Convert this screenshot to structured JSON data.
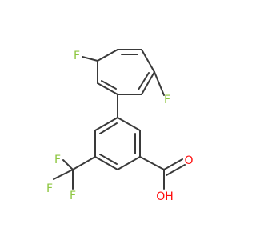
{
  "molecule": {
    "atoms": {
      "f_top": "F",
      "f_right": "F",
      "f_cf3_top": "F",
      "f_cf3_left": "F",
      "f_cf3_bottom": "F",
      "o_carbonyl": "O",
      "oh": "OH"
    }
  },
  "colors": {
    "bond": "#3a3a3a",
    "fluorine": "#8cc63f",
    "oxygen": "#ff0d0d"
  }
}
